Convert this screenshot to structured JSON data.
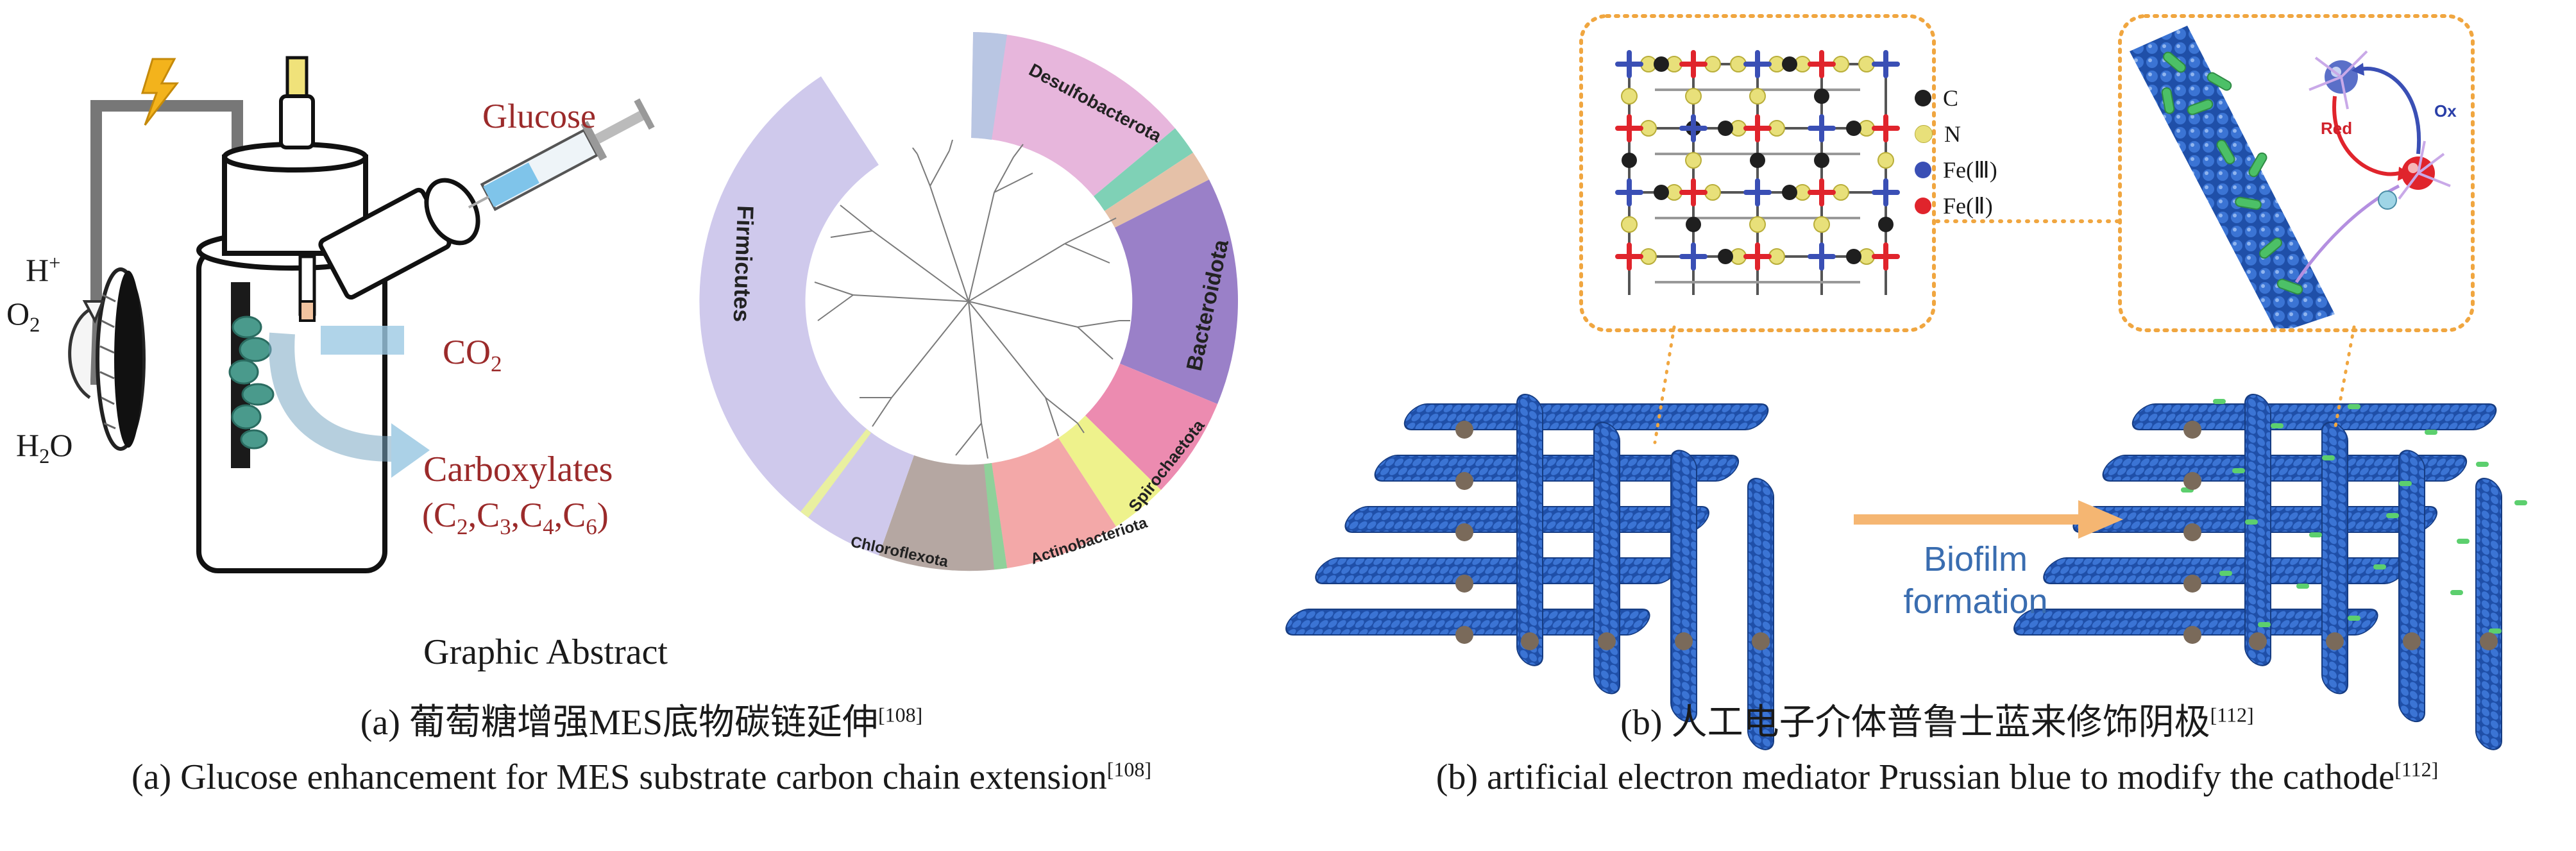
{
  "panel_a": {
    "reactor": {
      "glucose": "Glucose",
      "co2_main": "CO",
      "co2_sub": "2",
      "h_plus_main": "H",
      "h_plus_sup": "+",
      "o2_main": "O",
      "o2_sub": "2",
      "h2o_h": "H",
      "h2o_sub": "2",
      "h2o_o": "O",
      "carboxylates": "Carboxylates",
      "chain_c2": "C",
      "chain_c2_sub": "2",
      "chain_c3": "C",
      "chain_c3_sub": "3",
      "chain_c4": "C",
      "chain_c4_sub": "4",
      "chain_c6": "C",
      "chain_c6_sub": "6"
    },
    "tree": {
      "phyla": [
        "Desulfobacterota",
        "Bacteroidota",
        "Spirochaetota",
        "Actinobacteriota",
        "Chloroflexota",
        "Firmicutes"
      ],
      "colors": {
        "desulfo": "#e7b6dc",
        "bacteroidota": "#9a80c8",
        "spiro": "#ec8bb0",
        "spiro2": "#eef28c",
        "actino": "#f3a8a8",
        "chloro": "#b5a7a2",
        "firmicutes": "#cfc9ec"
      }
    },
    "graphic_abstract": "Graphic Abstract",
    "caption_cn_prefix": "(a) ",
    "caption_cn": "葡萄糖增强MES底物碳链延伸",
    "caption_cn_ref": "[108]",
    "caption_en": "(a) Glucose enhancement for MES substrate carbon chain extension",
    "caption_en_ref": "[108]"
  },
  "panel_b": {
    "legend": [
      {
        "label": "C",
        "color": "#1f1f1f"
      },
      {
        "label": "N",
        "color": "#e8e07a"
      },
      {
        "label": "Fe(Ⅲ)",
        "color": "#3a4fb5"
      },
      {
        "label": "Fe(Ⅱ)",
        "color": "#e0242c"
      }
    ],
    "redox_red": "Red",
    "redox_ox": "Ox",
    "biofilm_line1": "Biofilm",
    "biofilm_line2": "formation",
    "caption_cn_prefix": "(b) ",
    "caption_cn": "人工电子介体普鲁士蓝来修饰阴极",
    "caption_cn_ref": "[112]",
    "caption_en": "(b) artificial electron mediator Prussian blue to modify the cathode",
    "caption_en_ref": "[112]"
  }
}
